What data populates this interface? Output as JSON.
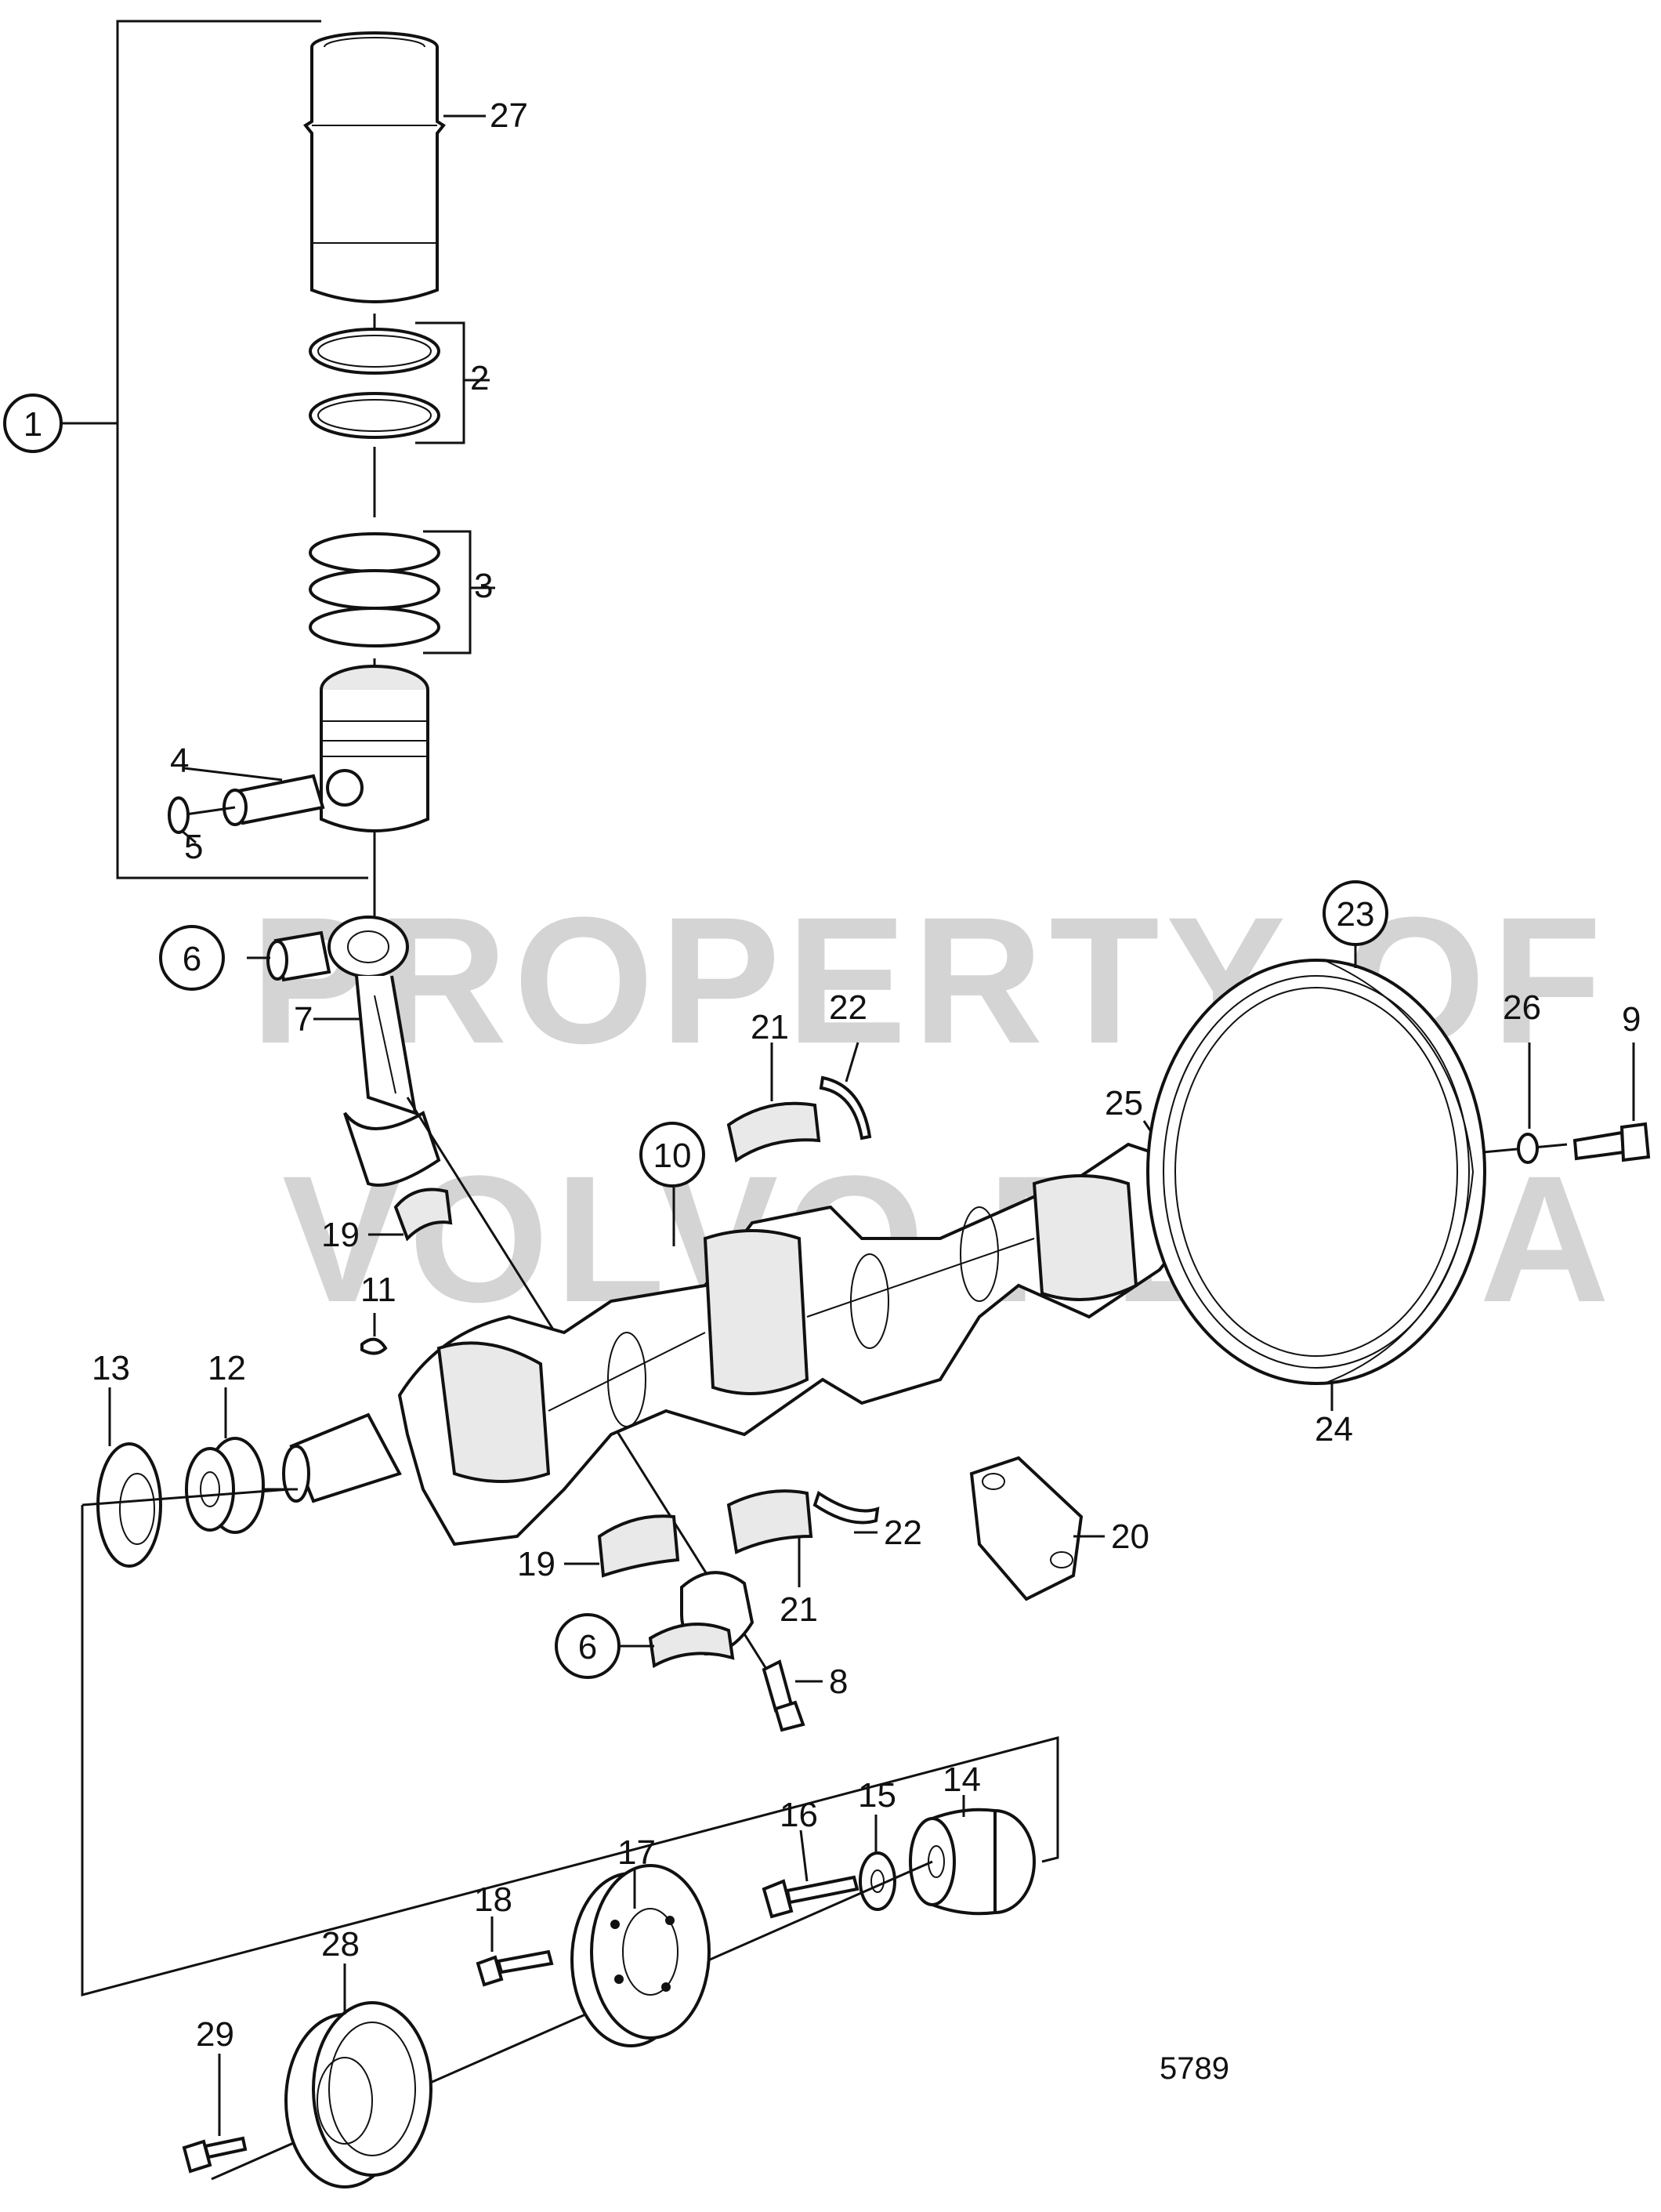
{
  "watermark": {
    "line1": "PROPERTY OF",
    "line2": "VOLVO PENTA"
  },
  "drawing_ref": "5789",
  "callouts": [
    {
      "id": "c1",
      "label": "1",
      "circled": true
    },
    {
      "id": "c2",
      "label": "2",
      "circled": false
    },
    {
      "id": "c3",
      "label": "3",
      "circled": false
    },
    {
      "id": "c4",
      "label": "4",
      "circled": false
    },
    {
      "id": "c5",
      "label": "5",
      "circled": false
    },
    {
      "id": "c6a",
      "label": "6",
      "circled": true
    },
    {
      "id": "c6b",
      "label": "6",
      "circled": true
    },
    {
      "id": "c7",
      "label": "7",
      "circled": false
    },
    {
      "id": "c8",
      "label": "8",
      "circled": false
    },
    {
      "id": "c9",
      "label": "9",
      "circled": false
    },
    {
      "id": "c10",
      "label": "10",
      "circled": true
    },
    {
      "id": "c11",
      "label": "11",
      "circled": false
    },
    {
      "id": "c12",
      "label": "12",
      "circled": false
    },
    {
      "id": "c13",
      "label": "13",
      "circled": false
    },
    {
      "id": "c14",
      "label": "14",
      "circled": false
    },
    {
      "id": "c15",
      "label": "15",
      "circled": false
    },
    {
      "id": "c16",
      "label": "16",
      "circled": false
    },
    {
      "id": "c17",
      "label": "17",
      "circled": false
    },
    {
      "id": "c18",
      "label": "18",
      "circled": false
    },
    {
      "id": "c19a",
      "label": "19",
      "circled": false
    },
    {
      "id": "c19b",
      "label": "19",
      "circled": false
    },
    {
      "id": "c20",
      "label": "20",
      "circled": false
    },
    {
      "id": "c21a",
      "label": "21",
      "circled": false
    },
    {
      "id": "c21b",
      "label": "21",
      "circled": false
    },
    {
      "id": "c22a",
      "label": "22",
      "circled": false
    },
    {
      "id": "c22b",
      "label": "22",
      "circled": false
    },
    {
      "id": "c23",
      "label": "23",
      "circled": true
    },
    {
      "id": "c24",
      "label": "24",
      "circled": false
    },
    {
      "id": "c25",
      "label": "25",
      "circled": false
    },
    {
      "id": "c26",
      "label": "26",
      "circled": false
    },
    {
      "id": "c27",
      "label": "27",
      "circled": false
    },
    {
      "id": "c28",
      "label": "28",
      "circled": false
    },
    {
      "id": "c29",
      "label": "29",
      "circled": false
    }
  ]
}
